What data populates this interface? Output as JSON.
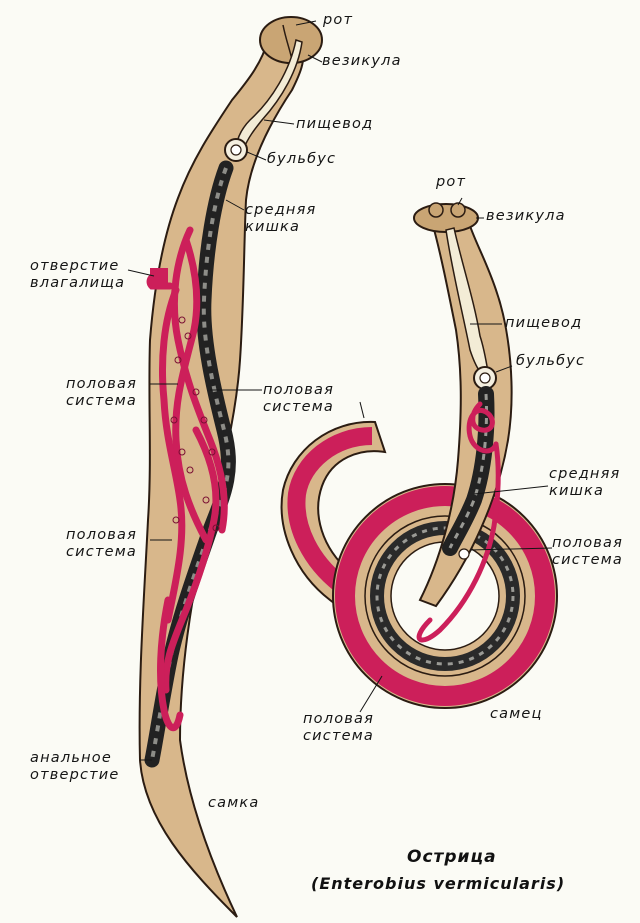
{
  "labels": {
    "female": {
      "mouth": "рот",
      "vesicle": "везикула",
      "esophagus": "пищевод",
      "bulb": "бульбус",
      "midgut": "средняя\nкишка",
      "vaginal_opening": "отверстие\nвлагалища",
      "reproductive_1": "половая\nсистема",
      "reproductive_2": "половая\nсистема",
      "reproductive_3": "половая\nсистема",
      "anal_opening": "анальное\nотверстие",
      "sex": "самка"
    },
    "male": {
      "mouth": "рот",
      "vesicle": "везикула",
      "esophagus": "пищевод",
      "bulb": "бульбус",
      "midgut": "средняя\nкишка",
      "reproductive_right": "половая\nсистема",
      "reproductive_bottom": "половая\nсистема",
      "sex": "самец"
    }
  },
  "title": {
    "line1": "Острица",
    "line2": "(Enterobius vermicularis)"
  },
  "colors": {
    "body": "#d8b78b",
    "head": "#c9a574",
    "outline": "#2b1c12",
    "reproductive": "#cc1f5a",
    "intestine": "#2a2a2a"
  }
}
